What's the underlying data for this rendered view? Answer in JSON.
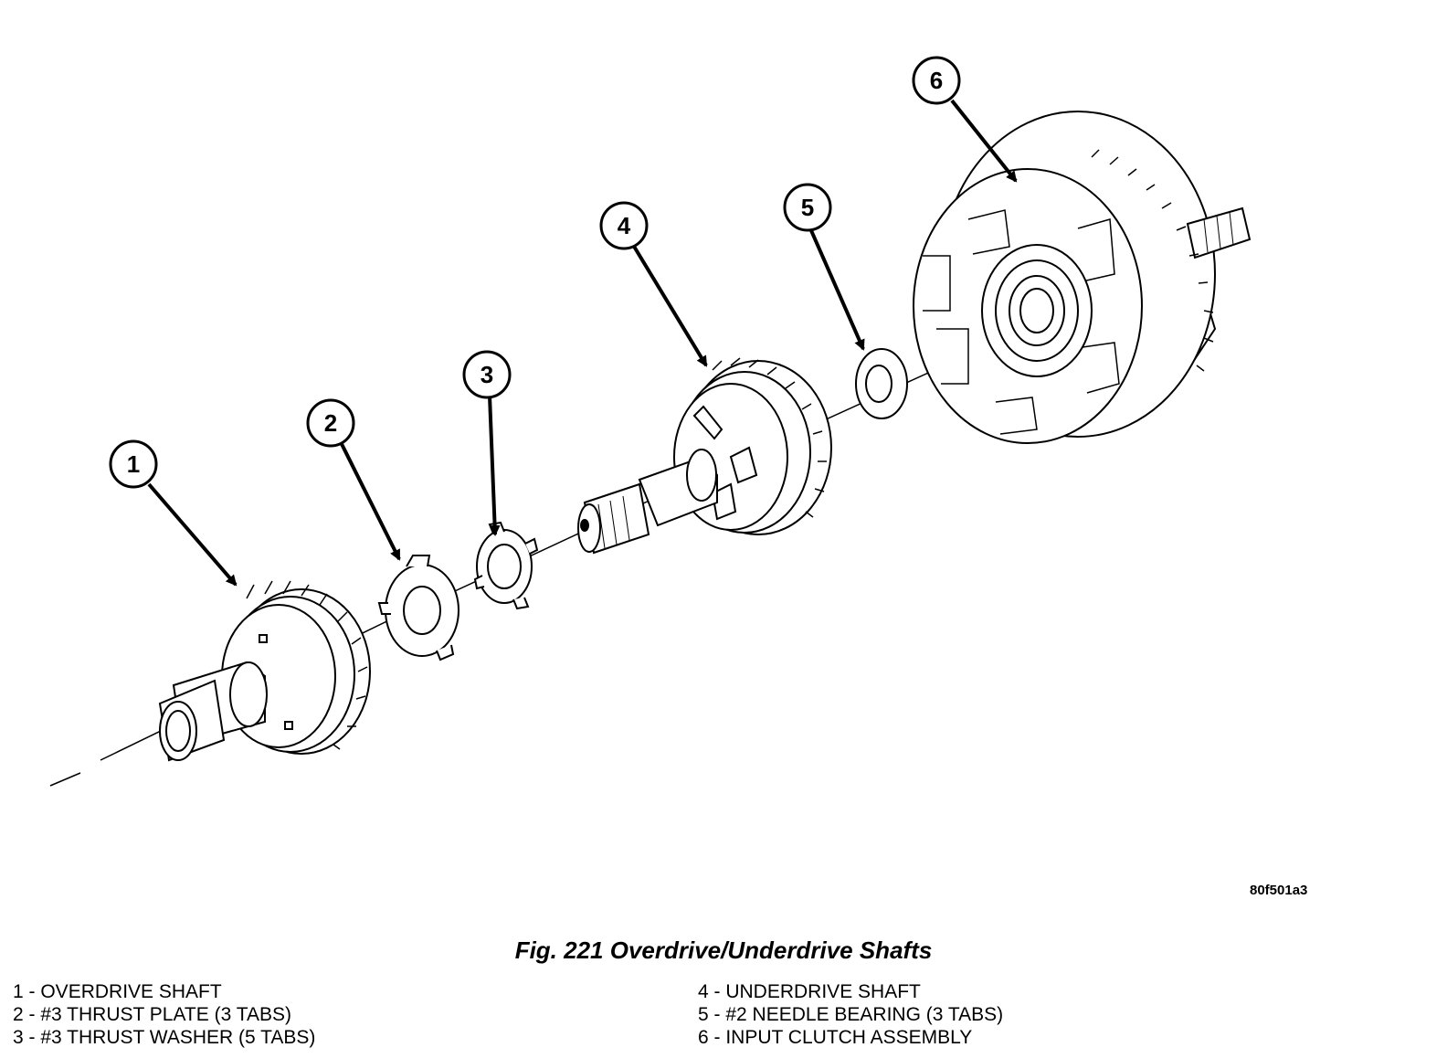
{
  "figure": {
    "image_code": "80f501a3",
    "caption": "Fig. 221 Overdrive/Underdrive Shafts",
    "callouts": [
      "1",
      "2",
      "3",
      "4",
      "5",
      "6"
    ]
  },
  "legend": [
    {
      "num": "1",
      "text": " - OVERDRIVE SHAFT"
    },
    {
      "num": "2",
      "text": " - #3 THRUST PLATE (3 TABS)"
    },
    {
      "num": "3",
      "text": " - #3 THRUST WASHER (5 TABS)"
    },
    {
      "num": "4",
      "text": " - UNDERDRIVE SHAFT"
    },
    {
      "num": "5",
      "text": " - #2 NEEDLE BEARING (3 TABS)"
    },
    {
      "num": "6",
      "text": " - INPUT CLUTCH ASSEMBLY"
    }
  ]
}
